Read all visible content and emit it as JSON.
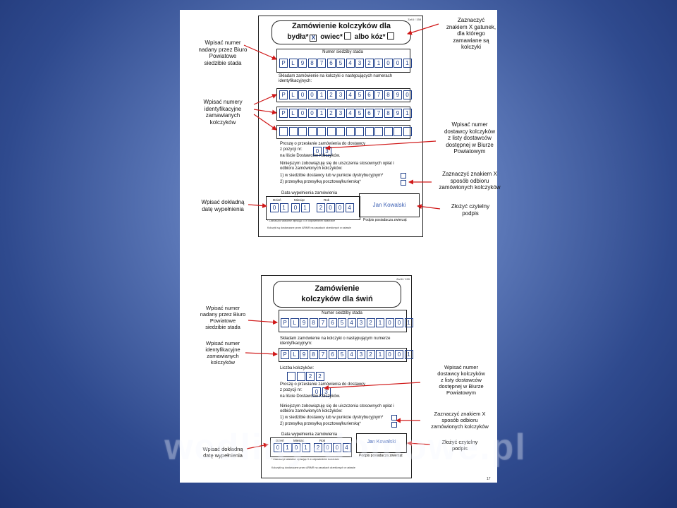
{
  "form1": {
    "code": "Zał.6 / 158",
    "title_line1": "Zamówienie kolczyków dla",
    "species": [
      {
        "label": "bydła*",
        "mark": "X"
      },
      {
        "label": "owiec*",
        "mark": ""
      },
      {
        "label": "albo kóz*",
        "mark": ""
      }
    ],
    "herd_label": "Numer siedziby stada",
    "herd_number": [
      "P",
      "L",
      "9",
      "8",
      "7",
      "6",
      "5",
      "4",
      "3",
      "2",
      "1",
      "0",
      "0",
      "1"
    ],
    "ids_label": "Składam zamówienie na kolczyki o następujących numerach identyfikacyjnych:",
    "id_rows": [
      [
        "P",
        "L",
        "0",
        "0",
        "1",
        "2",
        "3",
        "4",
        "5",
        "6",
        "7",
        "8",
        "9",
        "0"
      ],
      [
        "P",
        "L",
        "0",
        "0",
        "1",
        "2",
        "3",
        "4",
        "5",
        "6",
        "7",
        "8",
        "9",
        "1"
      ],
      [
        "",
        "",
        "",
        "",
        "",
        "",
        "",
        "",
        "",
        "",
        "",
        "",
        "",
        ""
      ]
    ],
    "supplier_text": "Proszę o przesłanie zamówienia do dostawcy",
    "supplier_pos_label": "z pozycji nr:",
    "supplier_pos": [
      "0",
      "3"
    ],
    "supplier_list": "na liście Dostawców Kolczyków.",
    "obligation": "Niniejszym zobowiązuję się do uiszczenia stosownych opłat i odbioru zamówionych kolczyków:",
    "opt1": "1) w siedzibie dostawcy lub w punkcie dystrybucyjnym*",
    "opt2": "2) przesyłką przesyłką pocztową/kurierską*",
    "date_label": "Data wypełnienia zamówienia",
    "day_label": "Dzień",
    "month_label": "Miesiąc",
    "year_label": "Rok",
    "day": [
      "0",
      "1"
    ],
    "month": [
      "0",
      "1"
    ],
    "year": [
      "2",
      "0",
      "0",
      "4"
    ],
    "signature": "Jan Kowalski",
    "signature_label": "Podpis posiadacza zwierząt",
    "footnote1": "* Zaznaczyć właściwe wpisując X w odpowiednim kwadracie",
    "footnote2": "Kolczyki są dostarczane przez ARiMR na zasadach określonych w ustawie"
  },
  "form2": {
    "code": "Zał.6 / 159",
    "title_line1": "Zamówienie",
    "title_line2": "kolczyków dla świń",
    "herd_label": "Numer siedziby stada",
    "herd_number": [
      "P",
      "L",
      "9",
      "8",
      "7",
      "6",
      "5",
      "4",
      "3",
      "2",
      "1",
      "0",
      "0",
      "1"
    ],
    "ids_label": "Składam zamówienie na kolczyki o następującym numerze identyfikacyjnym:",
    "id_row": [
      "P",
      "L",
      "9",
      "8",
      "7",
      "6",
      "5",
      "4",
      "3",
      "2",
      "1",
      "0",
      "0",
      "1"
    ],
    "count_label": "Liczba kolczyków:",
    "count": [
      "",
      "",
      "2",
      "2"
    ],
    "supplier_text": "Proszę o przesłanie zamówienia do dostawcy",
    "supplier_pos_label": "z pozycji nr:",
    "supplier_pos": [
      "0",
      "3"
    ],
    "supplier_list": "na liście Dostawców Kolczyków.",
    "obligation": "Niniejszym zobowiązuję się do uiszczenia stosownych opłat i odbioru zamówionych kolczyków:",
    "opt1": "1) w siedzibie dostawcy lub w punkcie dystrybucyjnym*",
    "opt2": "2) przesyłką przesyłką pocztową/kurierską*",
    "date_label": "Data wypełnienia zamówienia",
    "day_label": "Dzień",
    "month_label": "Miesiąc",
    "year_label": "Rok",
    "day": [
      "0",
      "1"
    ],
    "month": [
      "0",
      "1"
    ],
    "year": [
      "2",
      "0",
      "0",
      "4"
    ],
    "signature": "Jan Kowalski",
    "signature_label": "Podpis posiadacza zwierząt",
    "footnote1": "* Zaznaczyć właściwe wpisując X w odpowiednim kwadracie",
    "footnote2": "Kolczyki są dostarczane przez ARiMR na zasadach określonych w ustawie"
  },
  "annotations1": {
    "herd": "Wpisać numer\nnadany przez Biuro\nPowiatowe\nsiedzibie stada",
    "ids": "Wpisać numery\nidentyfikacyjne\nzamawianych\nkolczyków",
    "date": "Wpisać dokładną\ndatę wypełnienia",
    "species": "Zaznaczyć\nznakiem X gatunek,\ndla którego\nzamawiane są\nkolczyki",
    "supplier": "Wpisać numer\ndostawcy kolczyków\nz listy dostawców\ndostępnej w Biurze\nPowiatowym",
    "pickup": "Zaznaczyć znakiem X\nsposób odbioru\nzamówionych kolczyków",
    "signature": "Złożyć czytelny\npodpis"
  },
  "annotations2": {
    "herd": "Wpisać numer\nnadany przez Biuro\nPowiatowe\nsiedzibie stada",
    "ids": "Wpisać numer\nidentyfikacyjne\nzamawianych\nkolczyków",
    "date": "Wpisać dokładną\ndatę wypełnienia",
    "supplier": "Wpisać numer\ndostawcy kolczyków\nz listy dostawców\ndostępnej w Biurze\nPowiatowym",
    "pickup": "Zaznaczyć znakiem X\nsposób odbioru\nzamówionych kolczyków",
    "signature": "Złożyć czytelny\npodpis"
  },
  "watermark": "wedliny-domowe.pl",
  "page_number": "17",
  "colors": {
    "arrow": "#d01818",
    "ink": "#1f3f8a",
    "bg_dark": "#1d3372"
  }
}
